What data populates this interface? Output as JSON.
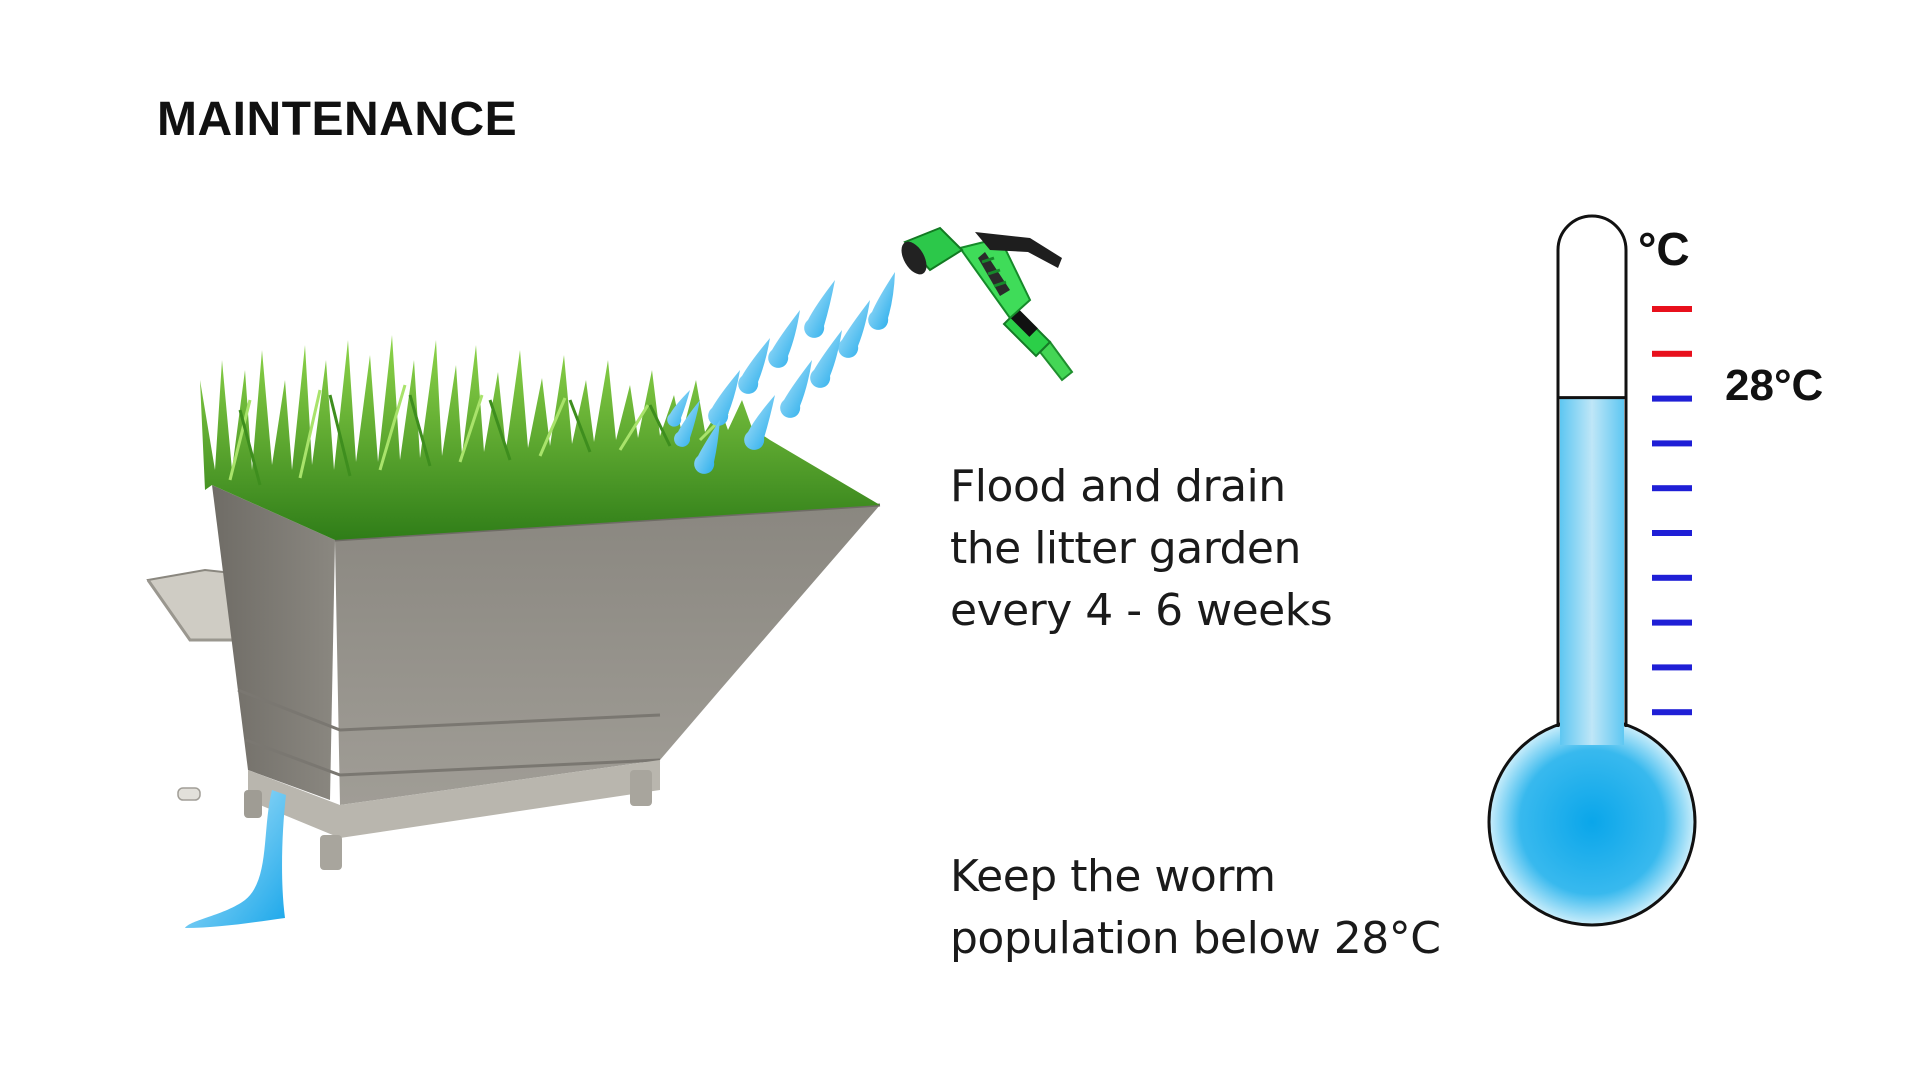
{
  "title": "MAINTENANCE",
  "flood_note": {
    "lines": [
      "Flood and drain",
      "the litter garden",
      "every 4 - 6 weeks"
    ]
  },
  "temperature_note": {
    "lines": [
      "Keep the worm",
      "population below 28°C"
    ]
  },
  "thermometer": {
    "unit_label": "°C",
    "reading_label": "28°C",
    "fill_fraction": 0.7,
    "tick_count": 10,
    "red_ticks": 2,
    "colors": {
      "fluid": "#1ab0ea",
      "fluid_light": "#bfe6f7",
      "tick_hot": "#e8101c",
      "tick_cold": "#1f1fd6"
    }
  },
  "illustration": {
    "objects": [
      "planter-box",
      "grass",
      "garden-hose-nozzle",
      "water-drops",
      "drain-stream"
    ],
    "colors": {
      "planter": "#8f8c85",
      "grass": "#5bb82a",
      "nozzle": "#2fd64a",
      "water": "#35b6ef"
    }
  }
}
